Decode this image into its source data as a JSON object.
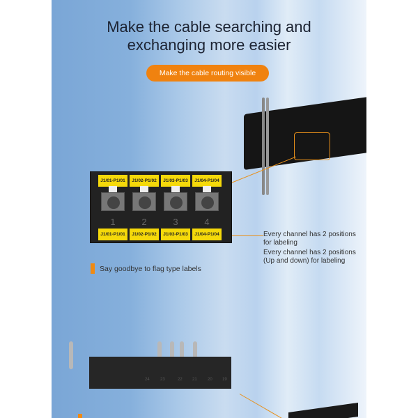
{
  "heading": {
    "line1": "Make the cable searching and",
    "line2": "exchanging more easier"
  },
  "badge": "Make the cable routing visible",
  "panel": {
    "top_labels": [
      "J1/01-P1/01",
      "J1/02-P1/02",
      "J1/03-P1/03",
      "J1/04-P1/04"
    ],
    "bottom_labels": [
      "J1/01-P1/01",
      "J1/02-P1/02",
      "J1/03-P1/03",
      "J1/04-P1/04"
    ],
    "port_numbers": [
      "1",
      "2",
      "3",
      "4"
    ]
  },
  "notes": [
    "Every channel has 2 positions",
    "for labeling",
    "Every channel has 2 positions",
    "(Up and down) for labeling"
  ],
  "bullet": "Say goodbye to flag type labels",
  "device_numbers": [
    "24",
    "23",
    "22",
    "21",
    "20",
    "19"
  ],
  "colors": {
    "accent": "#f0820f",
    "label": "#f5d90a"
  }
}
